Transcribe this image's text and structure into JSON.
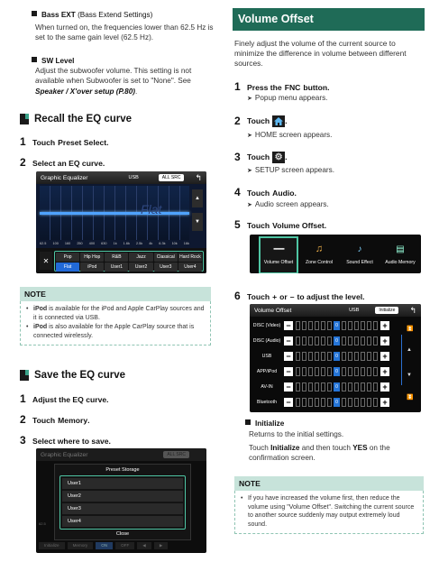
{
  "left": {
    "bass_ext_heading": "Bass EXT",
    "bass_ext_heading_note": "(Bass Extend Settings)",
    "bass_ext_text": "When turned on, the frequencies lower than 62.5 Hz is set to the same gain level (62.5 Hz).",
    "sw_level_heading": "SW Level",
    "sw_level_text_1": "Adjust the subwoofer volume. This setting is not available when Subwoofer is set to \"None\". See ",
    "sw_level_link": "Speaker / X'over setup (P.80)",
    "sw_level_text_2": ".",
    "recall": {
      "title": "Recall the EQ curve",
      "step1_num": "1",
      "step1_text": "Touch",
      "step1_key": "Preset Select",
      "step1_end": ".",
      "step2_num": "2",
      "step2_text": "Select an EQ curve."
    },
    "eq_screen": {
      "title": "Graphic Equalizer",
      "source": "USB",
      "all_src": "ALL SRC",
      "back": "↰",
      "watermark": "Flat",
      "freqs": [
        "62.5",
        "100",
        "160",
        "250",
        "400",
        "630",
        "1k",
        "1.6k",
        "2.5k",
        "4k",
        "6.3k",
        "10k",
        "16k"
      ],
      "presets_row1": [
        "Pop",
        "Hip Hop",
        "R&B",
        "Jazz",
        "Classical",
        "Hard Rock"
      ],
      "presets_row2": [
        "Flat",
        "iPod",
        "User1",
        "User2",
        "User3",
        "User4"
      ],
      "selected_preset": "Flat",
      "close": "✕"
    },
    "note": {
      "title": "NOTE",
      "items": [
        {
          "bold": "iPod",
          "text": " is available for the iPod and Apple CarPlay sources and it is connected via USB."
        },
        {
          "bold": "iPod",
          "text": " is also available for the Apple CarPlay source that is connected wirelessly."
        }
      ]
    },
    "save": {
      "title": "Save the EQ curve",
      "step1_num": "1",
      "step1_text": "Adjust the EQ curve.",
      "step2_num": "2",
      "step2_text": "Touch",
      "step2_key": "Memory",
      "step2_end": ".",
      "step3_num": "3",
      "step3_text": "Select where to save."
    },
    "storage_screen": {
      "bg_title": "Graphic Equalizer",
      "bg_all_src": "ALL SRC",
      "popup_title": "Preset Storage",
      "slots": [
        "User1",
        "User2",
        "User3",
        "User4"
      ],
      "close": "Close",
      "bottom": [
        "Initialize",
        "Memory",
        "ON",
        "OFF"
      ],
      "bg_freq": "62.5"
    }
  },
  "right": {
    "title": "Volume Offset",
    "intro": "Finely adjust the volume of the current source to minimize the difference in volume between different sources.",
    "steps": {
      "s1_num": "1",
      "s1_text": "Press the",
      "s1_key": "FNC",
      "s1_end": "button.",
      "s1_res": "Popup menu appears.",
      "s2_num": "2",
      "s2_text": "Touch",
      "s2_end": ".",
      "s2_res": "HOME screen appears.",
      "s3_num": "3",
      "s3_text": "Touch",
      "s3_end": ".",
      "s3_res": "SETUP screen appears.",
      "s4_num": "4",
      "s4_text": "Touch",
      "s4_key": "Audio",
      "s4_end": ".",
      "s4_res": "Audio screen appears.",
      "s5_num": "5",
      "s5_text": "Touch",
      "s5_key": "Volume Offset",
      "s5_end": ".",
      "s6_num": "6",
      "s6_text": "Touch",
      "s6_plus": "+",
      "s6_or": "or",
      "s6_minus": "–",
      "s6_end": "to adjust the level."
    },
    "audio_icons": [
      "Volume Offset",
      "Zone Control",
      "Sound Effect",
      "Audio Memory"
    ],
    "vol_screen": {
      "title": "Volume Offset",
      "source": "USB",
      "initialize": "Initialize",
      "back": "↰",
      "zero": "0",
      "rows": [
        "DISC (Video)",
        "DISC (Audio)",
        "USB",
        "APP/iPod",
        "AV-IN",
        "Bluetooth"
      ]
    },
    "initialize": {
      "heading": "Initialize",
      "line1": "Returns to the initial settings.",
      "line2a": "Touch",
      "line2_key1": "Initialize",
      "line2b": "and then touch",
      "line2_key2": "YES",
      "line2c": "on the confirmation screen."
    },
    "note": {
      "title": "NOTE",
      "text": "If you have increased the volume first, then reduce the volume using \"Volume Offset\". Switching the current source to another source suddenly may output extremely loud sound."
    }
  }
}
